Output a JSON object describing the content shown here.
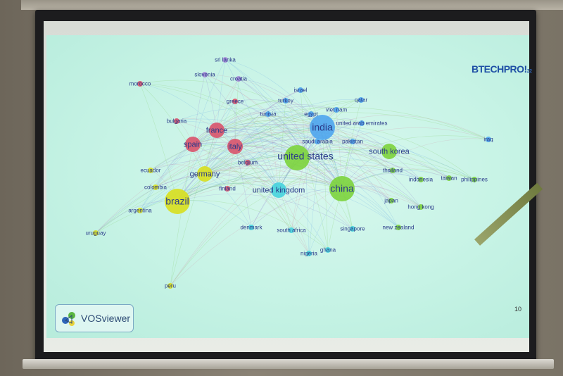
{
  "slide": {
    "brand_logo": "BTECHPRO!",
    "brand_year": "22",
    "tool_logo": "VOSviewer",
    "slide_number": "10"
  },
  "colors": {
    "cluster_red": "#d9536c",
    "cluster_blue": "#4ea5ee",
    "cluster_green": "#7cd33c",
    "cluster_yellow": "#d8df1e",
    "cluster_cyan": "#46d3dd",
    "cluster_purple": "#a98ed8",
    "label_text": "#2b3b8a"
  },
  "network": {
    "nodes": [
      {
        "label": "united states",
        "cluster": "green",
        "size": "large"
      },
      {
        "label": "china",
        "cluster": "green",
        "size": "large"
      },
      {
        "label": "india",
        "cluster": "blue",
        "size": "large"
      },
      {
        "label": "brazil",
        "cluster": "yellow",
        "size": "large"
      },
      {
        "label": "spain",
        "cluster": "red",
        "size": "medium"
      },
      {
        "label": "italy",
        "cluster": "red",
        "size": "medium"
      },
      {
        "label": "germany",
        "cluster": "yellow",
        "size": "medium"
      },
      {
        "label": "united kingdom",
        "cluster": "cyan",
        "size": "medium"
      },
      {
        "label": "france",
        "cluster": "red",
        "size": "medium"
      },
      {
        "label": "south korea",
        "cluster": "green",
        "size": "medium"
      },
      {
        "label": "belgium",
        "cluster": "red",
        "size": "small"
      },
      {
        "label": "finland",
        "cluster": "red",
        "size": "small"
      },
      {
        "label": "thailand",
        "cluster": "green",
        "size": "small"
      },
      {
        "label": "indonesia",
        "cluster": "green",
        "size": "small"
      },
      {
        "label": "taiwan",
        "cluster": "green",
        "size": "small"
      },
      {
        "label": "philippines",
        "cluster": "green",
        "size": "small"
      },
      {
        "label": "japan",
        "cluster": "green",
        "size": "small"
      },
      {
        "label": "hong kong",
        "cluster": "green",
        "size": "small"
      },
      {
        "label": "new zealand",
        "cluster": "green",
        "size": "small"
      },
      {
        "label": "singapore",
        "cluster": "cyan",
        "size": "small"
      },
      {
        "label": "south africa",
        "cluster": "cyan",
        "size": "small"
      },
      {
        "label": "denmark",
        "cluster": "cyan",
        "size": "small"
      },
      {
        "label": "nigeria",
        "cluster": "cyan",
        "size": "small"
      },
      {
        "label": "ghana",
        "cluster": "cyan",
        "size": "small"
      },
      {
        "label": "colombia",
        "cluster": "yellow",
        "size": "small"
      },
      {
        "label": "ecuador",
        "cluster": "yellow",
        "size": "small"
      },
      {
        "label": "argentina",
        "cluster": "yellow",
        "size": "small"
      },
      {
        "label": "uruguay",
        "cluster": "yellow",
        "size": "small"
      },
      {
        "label": "peru",
        "cluster": "yellow",
        "size": "small"
      },
      {
        "label": "greece",
        "cluster": "red",
        "size": "small"
      },
      {
        "label": "bulgaria",
        "cluster": "red",
        "size": "small"
      },
      {
        "label": "morocco",
        "cluster": "red",
        "size": "small"
      },
      {
        "label": "slovenia",
        "cluster": "purple",
        "size": "small"
      },
      {
        "label": "croatia",
        "cluster": "purple",
        "size": "small"
      },
      {
        "label": "sri lanka",
        "cluster": "purple",
        "size": "small"
      },
      {
        "label": "israel",
        "cluster": "blue",
        "size": "small"
      },
      {
        "label": "turkey",
        "cluster": "blue",
        "size": "small"
      },
      {
        "label": "egypt",
        "cluster": "blue",
        "size": "small"
      },
      {
        "label": "tunisia",
        "cluster": "blue",
        "size": "small"
      },
      {
        "label": "qatar",
        "cluster": "blue",
        "size": "small"
      },
      {
        "label": "viet nam",
        "cluster": "blue",
        "size": "small"
      },
      {
        "label": "united arab emirates",
        "cluster": "blue",
        "size": "small"
      },
      {
        "label": "saudi arabia",
        "cluster": "blue",
        "size": "small"
      },
      {
        "label": "pakistan",
        "cluster": "blue",
        "size": "small"
      },
      {
        "label": "iraq",
        "cluster": "blue",
        "size": "small"
      }
    ]
  }
}
